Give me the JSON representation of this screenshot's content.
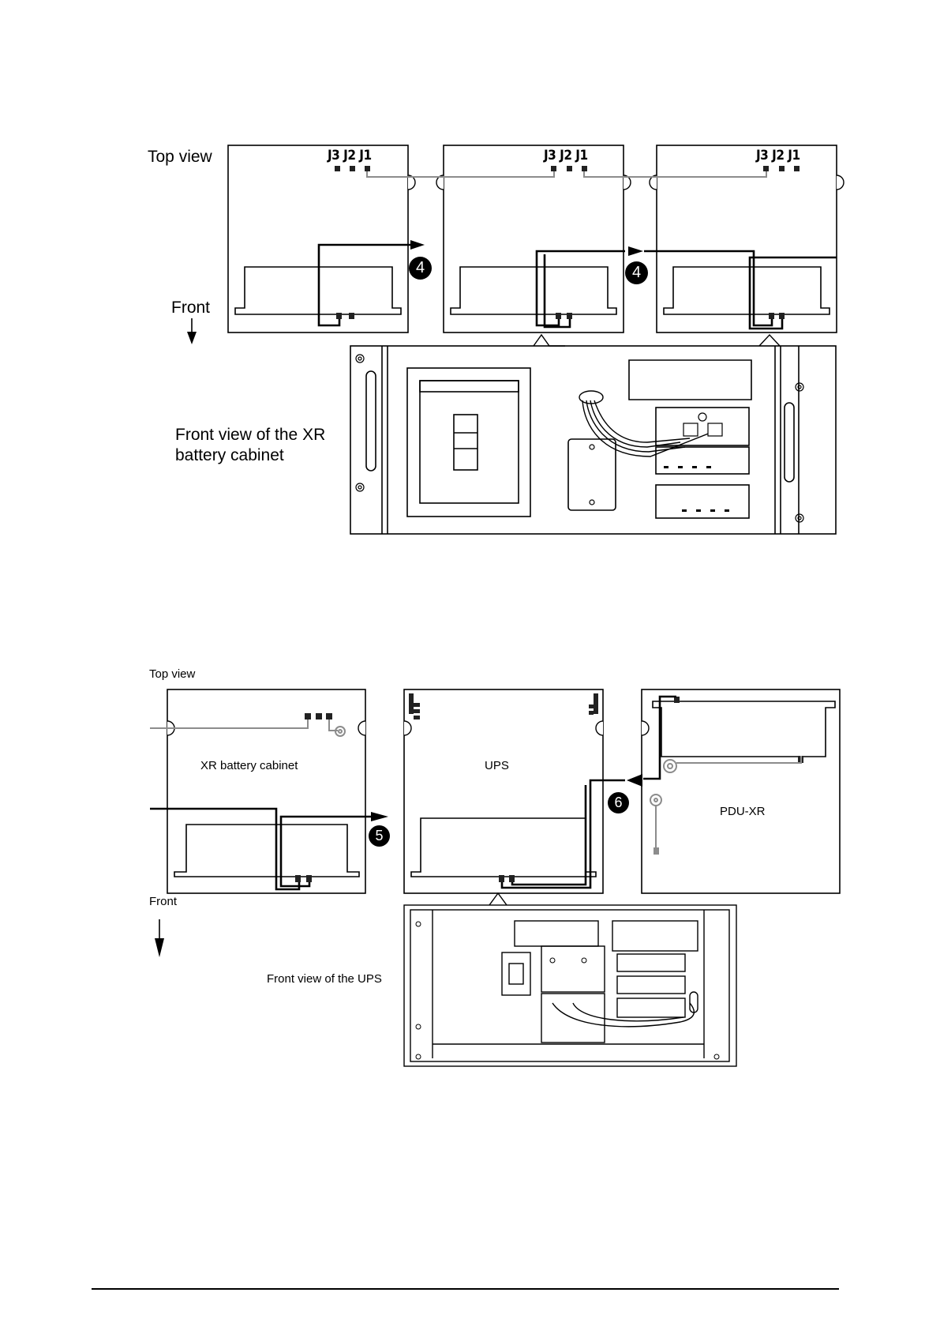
{
  "diagram1": {
    "top_view_label": "Top view",
    "front_label": "Front",
    "front_view_label_line1": "Front view of the XR",
    "front_view_label_line2": "battery cabinet",
    "jack_labels": [
      "J3 J2 J1",
      "J3 J2 J1",
      "J3 J2 J1"
    ],
    "steps": [
      "4",
      "4"
    ]
  },
  "diagram2": {
    "top_view_label": "Top view",
    "front_label": "Front",
    "front_view_label": "Front view of the UPS",
    "cabinet_labels": {
      "xr": "XR battery cabinet",
      "ups": "UPS",
      "pdu": "PDU-XR"
    },
    "steps": [
      "5",
      "6"
    ]
  },
  "colors": {
    "ink": "#000000",
    "cable_gray": "#8c8c8c",
    "background": "#ffffff"
  }
}
